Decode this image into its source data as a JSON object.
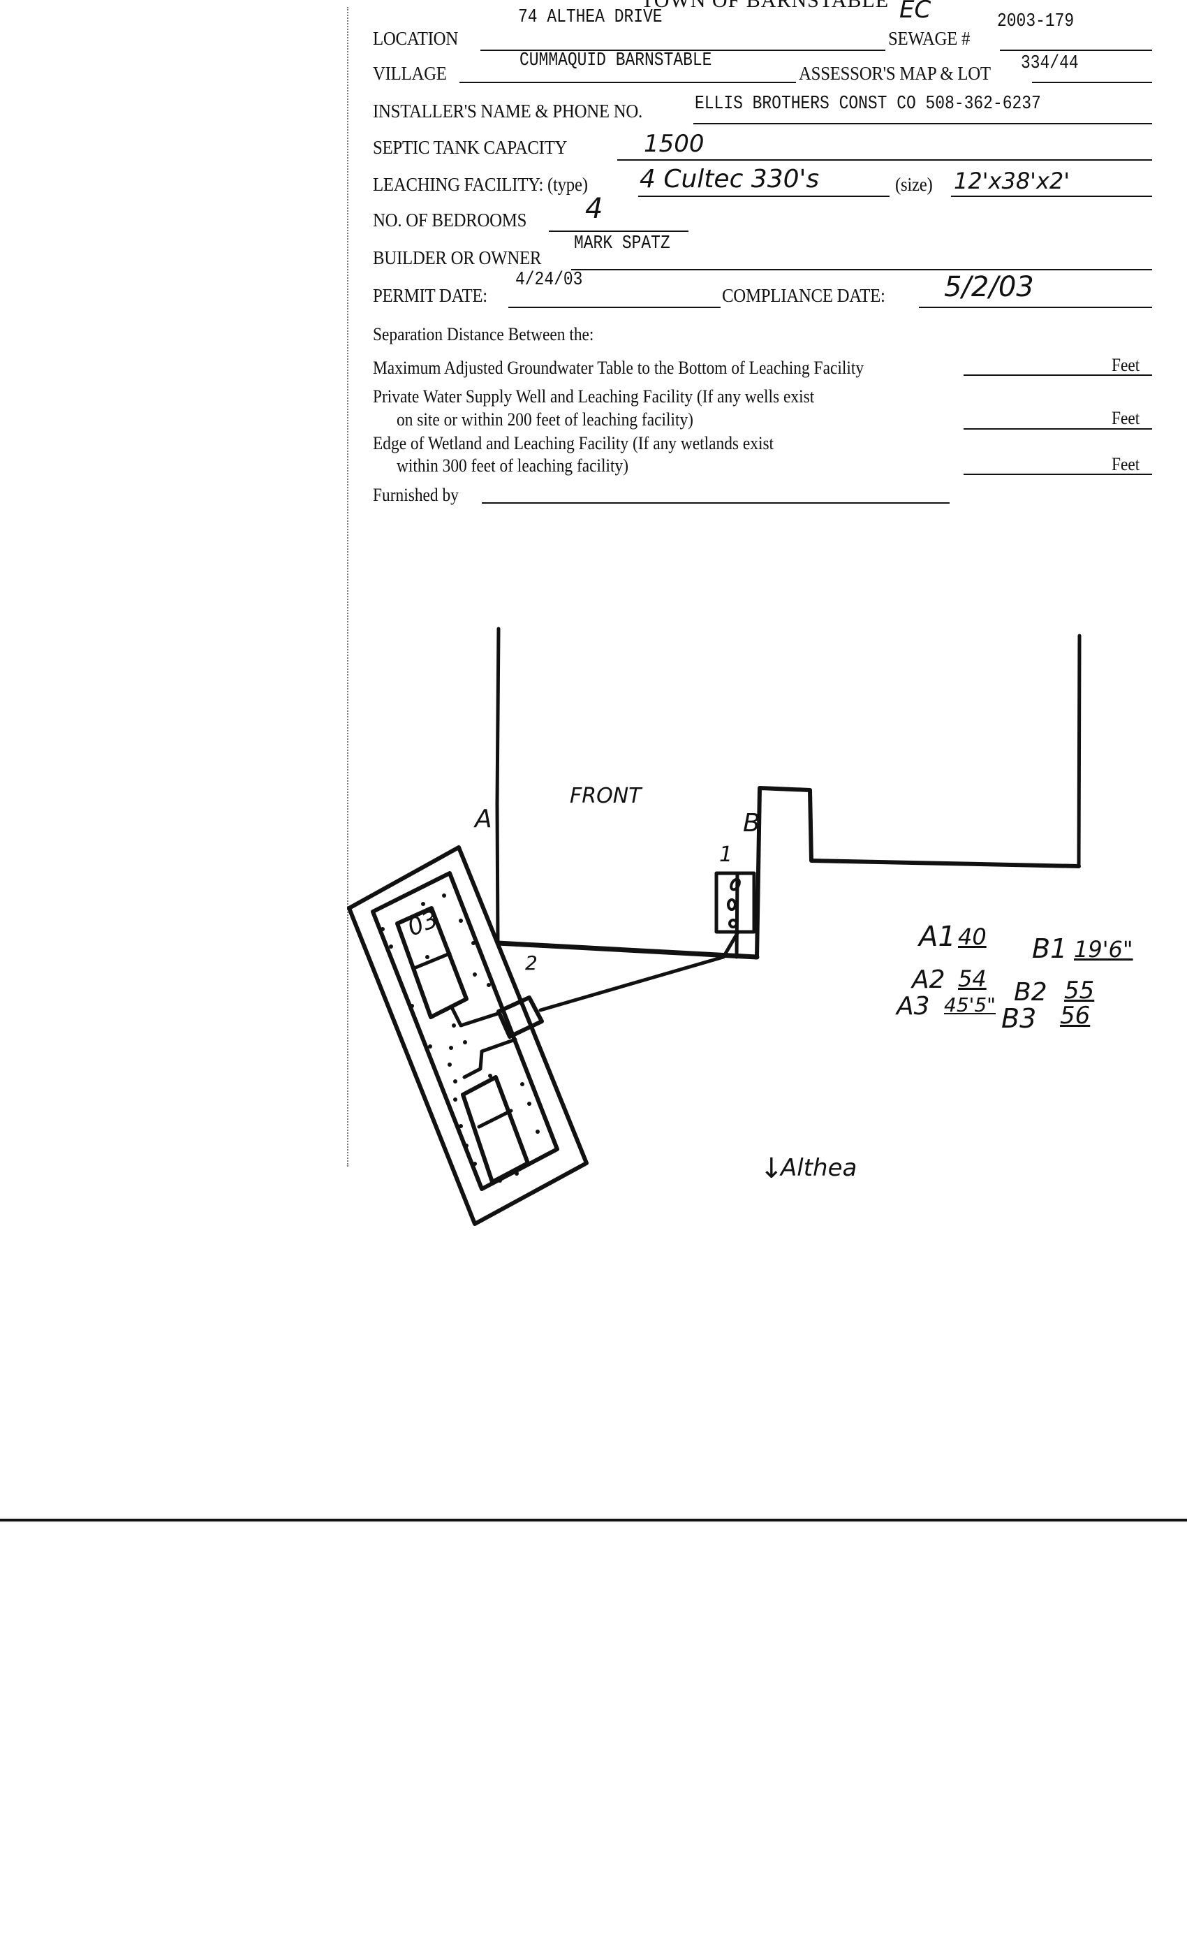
{
  "form": {
    "title": "TOWN OF BARNSTABLE",
    "title_annotation": "EC",
    "fields": {
      "location": {
        "label": "LOCATION",
        "value": "74 ALTHEA DRIVE"
      },
      "sewage": {
        "label": "SEWAGE #",
        "value": "2003-179"
      },
      "village": {
        "label": "VILLAGE",
        "value": "CUMMAQUID BARNSTABLE"
      },
      "map_lot": {
        "label": "ASSESSOR'S MAP & LOT",
        "value": "334/44"
      },
      "installer": {
        "label": "INSTALLER'S NAME & PHONE NO.",
        "value": "ELLIS BROTHERS CONST CO 508-362-6237"
      },
      "tank_capacity": {
        "label": "SEPTIC TANK CAPACITY",
        "value": "1500"
      },
      "leaching_type": {
        "label": "LEACHING FACILITY: (type)",
        "value": "4 Cultec 330's"
      },
      "leaching_size": {
        "label": "(size)",
        "value": "12'x38'x2'"
      },
      "bedrooms": {
        "label": "NO. OF BEDROOMS",
        "value": "4"
      },
      "builder": {
        "label": "BUILDER OR OWNER",
        "value": "MARK SPATZ"
      },
      "permit_date": {
        "label": "PERMIT DATE:",
        "value": "4/24/03"
      },
      "compliance_date": {
        "label": "COMPLIANCE DATE:",
        "value": "5/2/03"
      }
    },
    "separation": {
      "heading": "Separation Distance Between the:",
      "rows": [
        {
          "line1": "Maximum Adjusted Groundwater Table to the Bottom of Leaching Facility",
          "line2": "",
          "unit": "Feet",
          "value": ""
        },
        {
          "line1": "Private Water Supply Well and Leaching Facility  (If any wells exist",
          "line2": "on site or within 200 feet of leaching facility)",
          "unit": "Feet",
          "value": ""
        },
        {
          "line1": "Edge of Wetland and Leaching Facility (If any wetlands exist",
          "line2": "within 300 feet of leaching facility)",
          "unit": "Feet",
          "value": ""
        }
      ],
      "furnished_by": {
        "label": "Furnished by",
        "value": ""
      }
    }
  },
  "sketch": {
    "front_label": "FRONT",
    "corner_a": "A",
    "corner_b": "B",
    "tank_label": "1",
    "dbox_label": "2",
    "chamber_label": "03",
    "street_label": "Althea",
    "street_arrow_icon": "arrow-down",
    "measurements": [
      {
        "label": "A1",
        "value": "40"
      },
      {
        "label": "B1",
        "value": "19'6\""
      },
      {
        "label": "A2",
        "value": "54"
      },
      {
        "label": "B2",
        "value": "55"
      },
      {
        "label": "A3",
        "value": "45'5\""
      },
      {
        "label": "B3",
        "value": "56"
      }
    ]
  }
}
